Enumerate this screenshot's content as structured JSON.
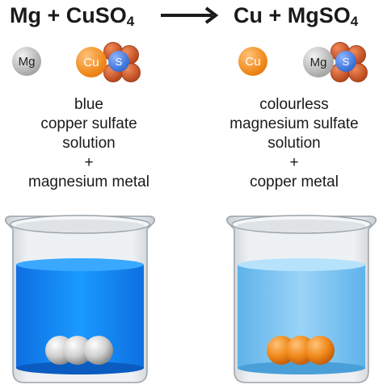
{
  "equation": {
    "left_mg": "Mg + CuSO",
    "left_sub": "4",
    "right_cu": "Cu + MgSO",
    "right_sub": "4"
  },
  "atoms": {
    "mg": "Mg",
    "cu": "Cu",
    "s": "S"
  },
  "left_description": [
    "blue",
    "copper sulfate",
    "solution",
    "+",
    "magnesium metal"
  ],
  "right_description": [
    "colourless",
    "magnesium sulfate",
    "solution",
    "+",
    "copper metal"
  ],
  "colors": {
    "blue_solution": "#1a8cff",
    "colourless_solution": "#7cc4f0",
    "copper": "#f08a1c",
    "magnesium": "#c8c8c8",
    "sulfur": "#3b73d9",
    "oxygen": "#c8501e"
  }
}
